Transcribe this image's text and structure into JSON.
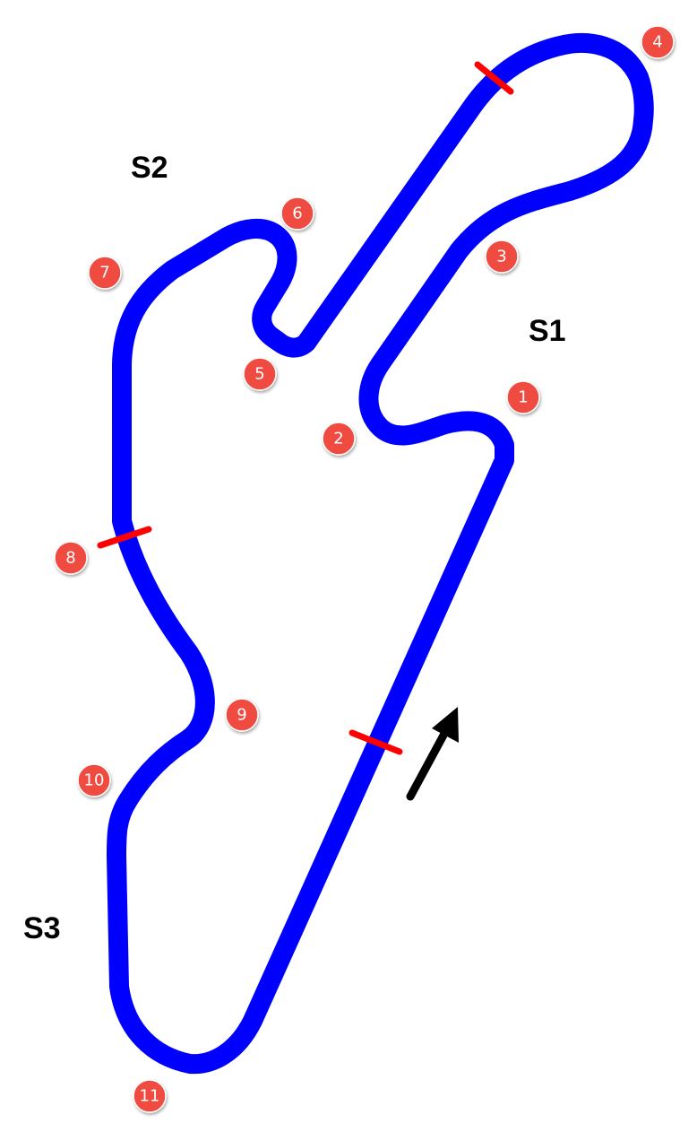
{
  "colors": {
    "track": "#0000ff",
    "sector_marker": "#ff0000",
    "turn_badge": "#ef4b3f",
    "turn_badge_stroke": "#ffffff",
    "direction_arrow": "#000000",
    "background": "#ffffff"
  },
  "sectors": [
    {
      "label": "S1"
    },
    {
      "label": "S2"
    },
    {
      "label": "S3"
    }
  ],
  "turns": [
    {
      "label": "1"
    },
    {
      "label": "2"
    },
    {
      "label": "3"
    },
    {
      "label": "4"
    },
    {
      "label": "5"
    },
    {
      "label": "6"
    },
    {
      "label": "7"
    },
    {
      "label": "8"
    },
    {
      "label": "9"
    },
    {
      "label": "10"
    },
    {
      "label": "11"
    }
  ],
  "direction_arrow": {
    "icon": "direction-arrow-icon"
  }
}
